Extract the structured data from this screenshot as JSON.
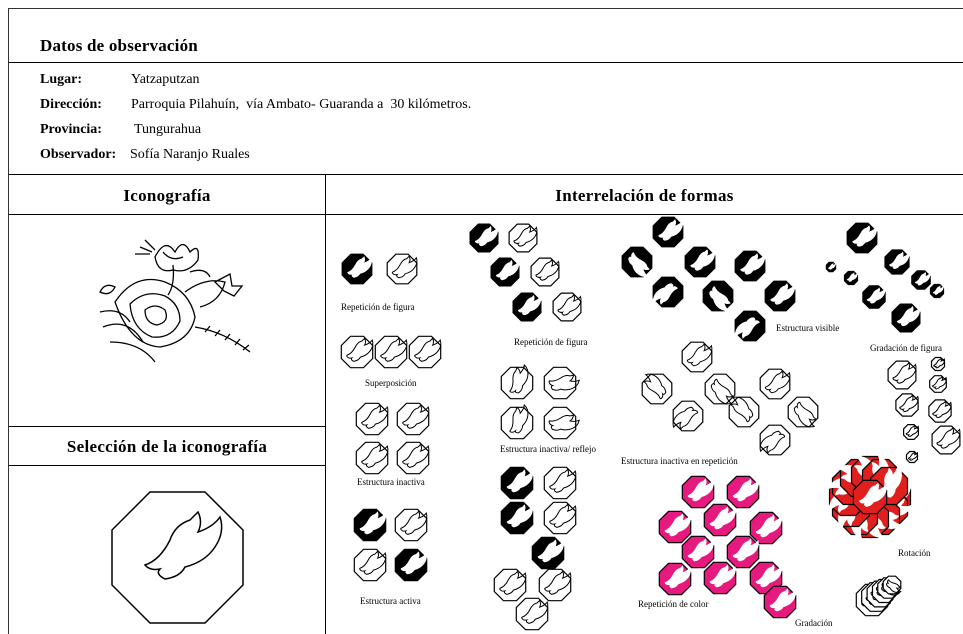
{
  "document": {
    "title": "Datos de observación",
    "fields": [
      {
        "label": "Lugar:",
        "value": "Yatzaputzan"
      },
      {
        "label": "Dirección:",
        "value": "Parroquia Pilahuín,  vía Ambato- Guaranda a  30 kilómetros."
      },
      {
        "label": "Provincia:",
        "value": "Tungurahua"
      },
      {
        "label": "Observador:",
        "value": "Sofía Naranjo Ruales"
      }
    ],
    "sections": {
      "iconografia": "Iconografía",
      "interrelacion": "Interrelación de formas",
      "seleccion": "Selección de la iconografía"
    },
    "captions": [
      "Repetición de figura",
      "Repetición de figura",
      "Estructura visible",
      "Gradación de figura",
      "Superposición",
      "Estructura inactiva/ reflejo",
      "Estructura inactiva en repetición",
      "Estructura inactiva",
      "Rotación",
      "Estructura activa",
      "Repetición de color",
      "Gradación"
    ]
  },
  "colors": {
    "magenta": "#e6197f",
    "red": "#e0201f",
    "black": "#000000"
  },
  "icon_names": [
    "octagon-bird-icon",
    "flower-drawing-icon"
  ]
}
